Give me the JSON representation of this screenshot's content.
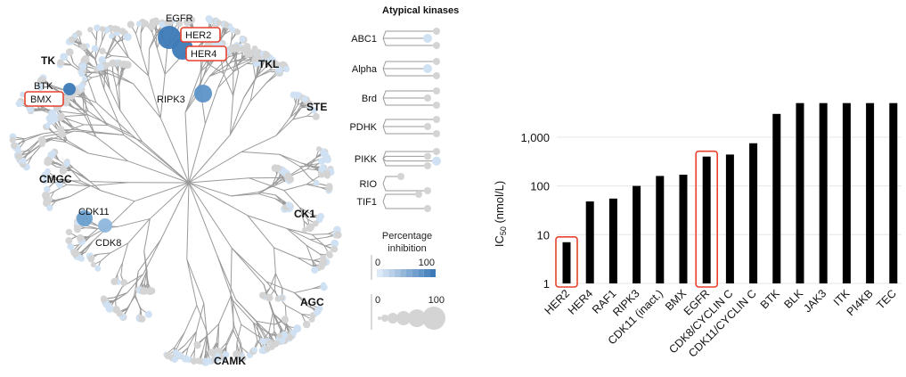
{
  "tree": {
    "groups": [
      "TK",
      "TKL",
      "STE",
      "CMGC",
      "CK1",
      "AGC",
      "CAMK"
    ],
    "kinase_labels": [
      "EGFR",
      "HER2",
      "HER4",
      "BTK",
      "BMX",
      "RIPK3",
      "CDK11",
      "CDK8"
    ],
    "boxed_labels": [
      "HER2",
      "HER4",
      "BMX"
    ]
  },
  "atypical": {
    "title": "Atypical kinases",
    "families": [
      "ABC1",
      "Alpha",
      "Brd",
      "PDHK",
      "PIKK",
      "RIO",
      "TIF1"
    ]
  },
  "legend": {
    "title_line1": "Percentage",
    "title_line2": "inhibition",
    "color_min": "0",
    "color_max": "100",
    "size_min": "0",
    "size_max": "100"
  },
  "colors": {
    "branch": "#9a9a9a",
    "dot": "#d4d4d4",
    "light_blue": "#cfe1f2",
    "mid_blue": "#8fb8dc",
    "dark_blue": "#3d7ab8",
    "highlight": "#e8412c",
    "bar": "#000000"
  },
  "chart_data": {
    "type": "bar",
    "title": "",
    "xlabel": "",
    "ylabel": "IC50 (nmol/L)",
    "ylabel_main": "IC",
    "ylabel_sub": "50",
    "ylabel_unit": " (nmol/L)",
    "yscale": "log",
    "ylim": [
      1,
      6000
    ],
    "yticks": [
      1,
      10,
      100,
      1000
    ],
    "ytick_labels": [
      "1",
      "10",
      "100",
      "1,000"
    ],
    "grid": true,
    "categories": [
      "HER2",
      "HER4",
      "RAF1",
      "RIPK3",
      "CDK11 (inact.)",
      "BMX",
      "EGFR",
      "CDK8/CYCLIN C",
      "CDK11/CYCLIN C",
      "BTK",
      "BLK",
      "JAK3",
      "ITK",
      "PI4KB",
      "TEC"
    ],
    "values": [
      7,
      48,
      55,
      100,
      160,
      170,
      400,
      440,
      750,
      3000,
      5000,
      5000,
      5000,
      5000,
      5000
    ],
    "highlighted": [
      "HER2",
      "EGFR"
    ]
  }
}
